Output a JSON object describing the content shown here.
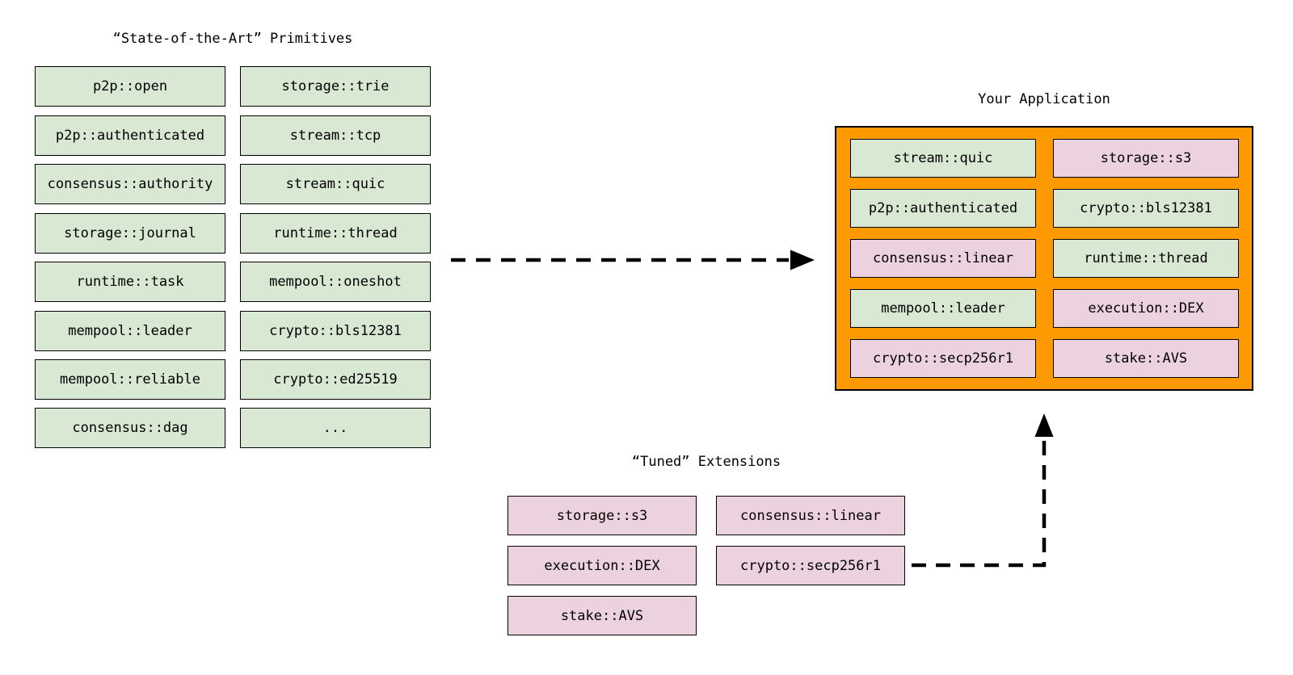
{
  "colors": {
    "primitive_fill": "#d9e8d2",
    "extension_fill": "#ecd2de",
    "application_fill": "#ff9900",
    "border": "#000000",
    "arrow": "#000000"
  },
  "primitives": {
    "title": "“State-of-the-Art” Primitives",
    "col1": [
      "p2p::open",
      "p2p::authenticated",
      "consensus::authority",
      "storage::journal",
      "runtime::task",
      "mempool::leader",
      "mempool::reliable",
      "consensus::dag"
    ],
    "col2": [
      "storage::trie",
      "stream::tcp",
      "stream::quic",
      "runtime::thread",
      "mempool::oneshot",
      "crypto::bls12381",
      "crypto::ed25519",
      "..."
    ]
  },
  "application": {
    "title": "Your Application",
    "cells": [
      {
        "label": "stream::quic",
        "variant": "green"
      },
      {
        "label": "storage::s3",
        "variant": "pink"
      },
      {
        "label": "p2p::authenticated",
        "variant": "green"
      },
      {
        "label": "crypto::bls12381",
        "variant": "green"
      },
      {
        "label": "consensus::linear",
        "variant": "pink"
      },
      {
        "label": "runtime::thread",
        "variant": "green"
      },
      {
        "label": "mempool::leader",
        "variant": "green"
      },
      {
        "label": "execution::DEX",
        "variant": "pink"
      },
      {
        "label": "crypto::secp256r1",
        "variant": "pink"
      },
      {
        "label": "stake::AVS",
        "variant": "pink"
      }
    ]
  },
  "extensions": {
    "title": "“Tuned” Extensions",
    "col1": [
      "storage::s3",
      "execution::DEX",
      "stake::AVS"
    ],
    "col2": [
      "consensus::linear",
      "crypto::secp256r1"
    ]
  }
}
